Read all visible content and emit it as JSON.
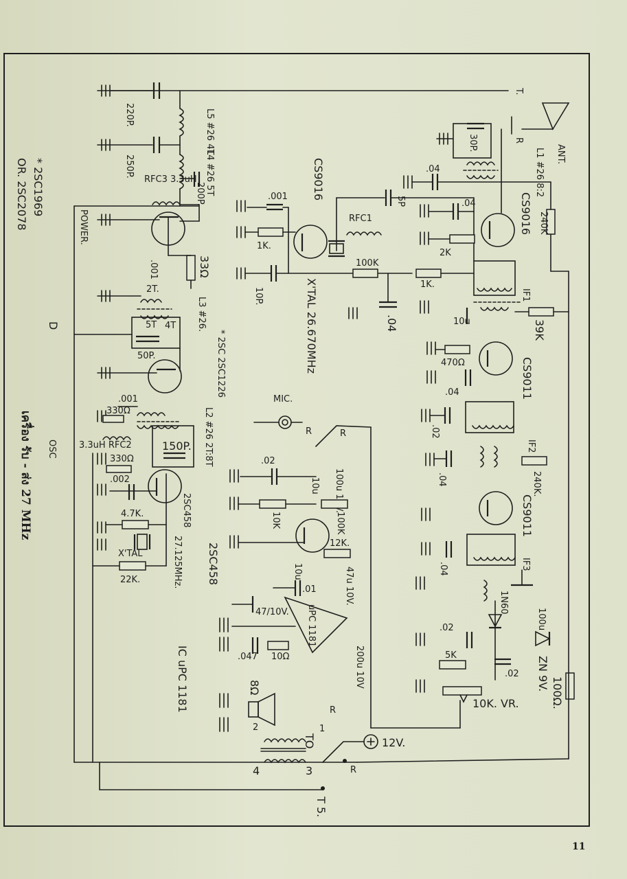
{
  "page_number": "11",
  "title_side": {
    "line1": "* 2SC1969",
    "line2": "OR. 2SC2078",
    "power": "POWER.",
    "d": "D",
    "osc": "OSC",
    "title_thai": "เครื่อง รับ - ส่ง 27 MHz"
  },
  "labels": {
    "t_top": "T.",
    "ant": "ANT.",
    "l5": "L5 #26 4T",
    "l4": "L4 #26 5T",
    "c220": "220P.",
    "c250": "250P.",
    "c200": "200P.",
    "rfc3": "RFC3 3.3uH",
    "r33": "33Ω",
    "c001a": ".001",
    "l3": "L3 #26.",
    "l3turns_a": "2T.",
    "l3turns_b": "5T",
    "l3turns_c": "4T",
    "c50": "50P.",
    "q_2sc1226": "* 2SC 2SC1226",
    "l2": "L2 #26 2T:8T",
    "c001b": ".001",
    "r330a": "330Ω",
    "rfc2": "3.3uH RFC2",
    "r330b": "330Ω",
    "c150": "150P.",
    "c002": ".002",
    "q_2sc458a": "2SC458",
    "r4k7": "4.7K.",
    "xtal_tx": "X'TAL",
    "xtal_tx_freq": "27.125MHz.",
    "r22k": "22K.",
    "ic": "IC uPC 1181",
    "cs9016a": "CS9016",
    "c001c": ".001",
    "r1ka": "1K.",
    "rfc1": "RFC1",
    "c5p": "5P",
    "c10p": "10P.",
    "r100k": "100K",
    "xtal_rx": "X'TAL 26.670MHz",
    "c04a": ".04",
    "l1": "L1 #26 8:2",
    "r_label": "R",
    "c30p": "30P.",
    "c04b": ".04",
    "c04c": ".04",
    "cs9016b": "CS9016",
    "r2k": "2K",
    "r240k_a": "240K",
    "r1kb": "1K.",
    "if1": "IF1",
    "c10u": "10u",
    "r39k": "39K",
    "r470": "470Ω",
    "cs9011a": "CS9011",
    "c04d": ".04",
    "c02a": ".02",
    "if2": "IF2",
    "c04e": ".04",
    "r240k_b": "240K.",
    "cs9011b": "CS9011",
    "c04f": ".04",
    "if3": "IF3",
    "d1n60": "1N60",
    "c100u": "100u",
    "c02b": ".02",
    "r5k": "5K",
    "c02c": ".02",
    "zener": "ZN 9V.",
    "r100": "100Ω.",
    "vr": "10K. VR.",
    "mic": "MIC.",
    "c02d": ".02",
    "c100u10v": "100u 10V.",
    "c10u10v": "10u",
    "r10k": "10K",
    "q_2sc458b": "2SC458",
    "r100kb": "100K",
    "r12k": "12K.",
    "c10u_b": "10u",
    "c01": ".01",
    "c47u": "47u 10V.",
    "c47u10v": "47/10V.",
    "upc": "uPC 1181",
    "c047": ".047",
    "r10": "10Ω",
    "c200u": "200u 10V",
    "speaker": "8Ω",
    "to": "TO",
    "v12": "12V.",
    "t_bottom": "T 5.",
    "n1": "1",
    "n2": "2",
    "n3": "3",
    "n4": "4"
  }
}
